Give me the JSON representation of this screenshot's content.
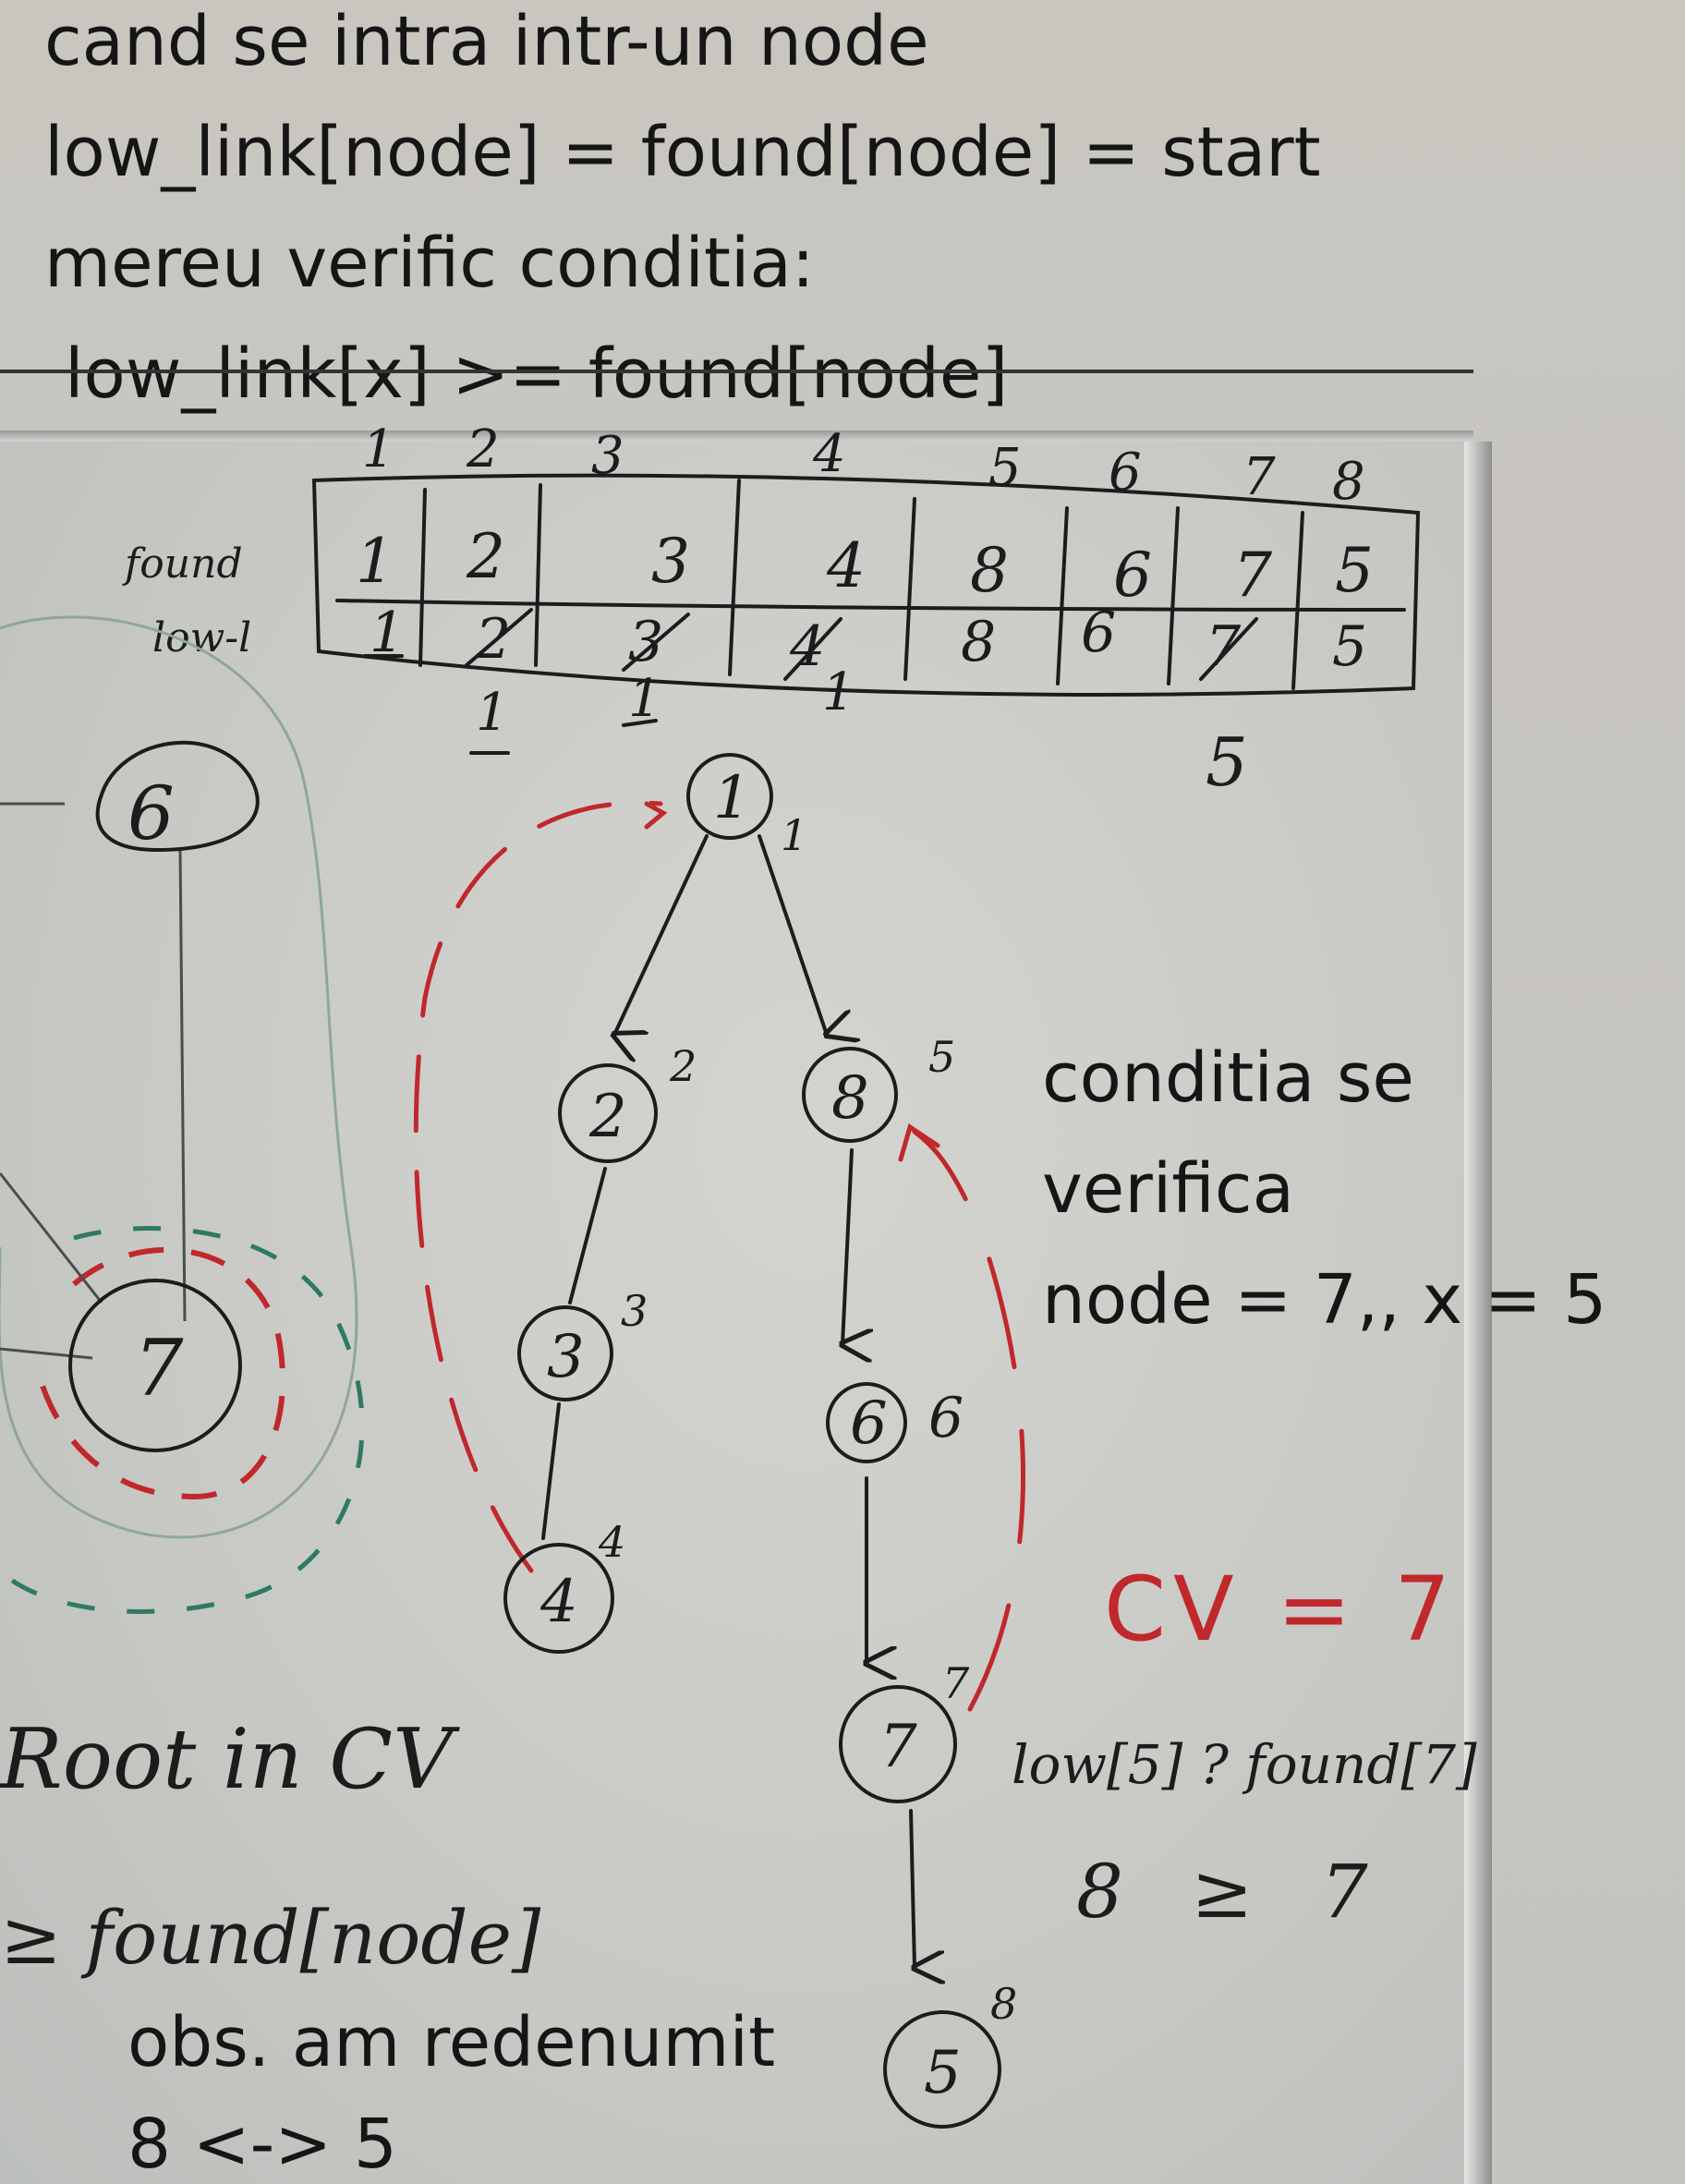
{
  "header_lines": [
    "cand se intra intr-un node",
    "low_link[node] = found[node] = start",
    "mereu verific conditia:",
    "low_link[x] >= found[node]"
  ],
  "table": {
    "column_numbers": [
      "1",
      "2",
      "3",
      "4",
      "5",
      "6",
      "7",
      "8"
    ],
    "row_labels": [
      "found",
      "low-l"
    ],
    "found": [
      "1",
      "2",
      "3",
      "4",
      "8",
      "6",
      "7",
      "5"
    ],
    "low": [
      "1",
      "2",
      "3",
      "4",
      "8",
      "6",
      "7",
      "5"
    ],
    "low_updates": [
      "1",
      "1",
      "1",
      "5"
    ]
  },
  "graph": {
    "nodes": [
      {
        "id": "1",
        "found": "1"
      },
      {
        "id": "2",
        "found": "2"
      },
      {
        "id": "3",
        "found": "3"
      },
      {
        "id": "4",
        "found": "4"
      },
      {
        "id": "8",
        "found": "5"
      },
      {
        "id": "6",
        "found": "6"
      },
      {
        "id": "7",
        "found": "7"
      },
      {
        "id": "5",
        "found": "8"
      }
    ],
    "side_nodes": [
      "6",
      "7"
    ]
  },
  "condition_note": {
    "lines": [
      "conditia se",
      "verifica",
      "node = 7,, x = 5"
    ]
  },
  "cv_label": "CV = 7",
  "check_formula": "low[5] ? found[7]",
  "check_values": "8 ≥ 7",
  "root_note": "Root in CV",
  "found_note": "≥ found[node]",
  "rename_note": [
    "obs. am redenumit",
    "8 <-> 5"
  ],
  "colors": {
    "black_ink": "#1c1c1c",
    "red_ink": "#c0282c",
    "green_ink": "#2e7a62",
    "grey_ink": "#6a6d6a"
  }
}
